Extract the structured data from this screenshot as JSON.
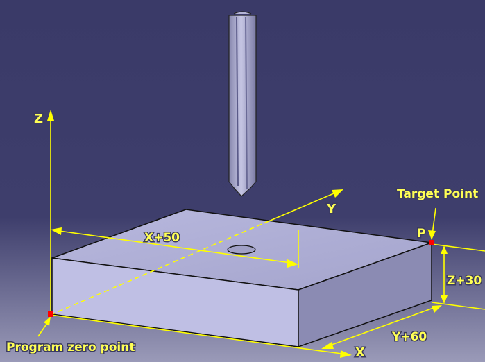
{
  "labels": {
    "axis_z": "Z",
    "axis_y": "Y",
    "axis_x": "X",
    "x_offset": "X+50",
    "y_offset": "Y+60",
    "z_offset": "Z+30",
    "point_p": "P",
    "target_point": "Target Point",
    "program_zero": "Program zero point"
  },
  "colors": {
    "background_top": "#3c3c6a",
    "background_bottom": "#9a9ab8",
    "annotation": "#ffff00",
    "block_top": "#b2b2d8",
    "block_front": "#c0c0e6",
    "block_side": "#8a8ab2",
    "point_marker": "#ff0000",
    "tool": "#9d9dc2"
  }
}
